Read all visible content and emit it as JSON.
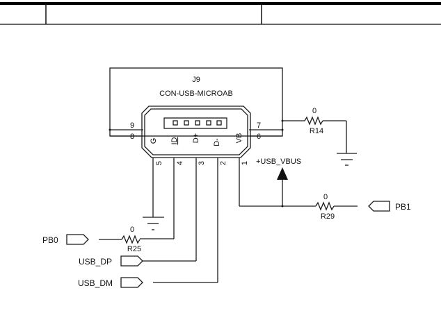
{
  "title_block": {
    "cells": [
      "",
      "",
      ""
    ]
  },
  "connector": {
    "ref": "J9",
    "part": "CON-USB-MICROAB",
    "left_pins": [
      "9",
      "8"
    ],
    "right_pins": [
      "7",
      "6"
    ],
    "bottom_pins": [
      "5",
      "4",
      "3",
      "2",
      "1"
    ],
    "signal_labels": [
      "G",
      "ID",
      "D+",
      "D-",
      "VB"
    ]
  },
  "resistors": {
    "r14": {
      "ref": "R14",
      "value": "0"
    },
    "r29": {
      "ref": "R29",
      "value": "0"
    },
    "r25": {
      "ref": "R25",
      "value": "0"
    }
  },
  "power": {
    "vbus": "+USB_VBUS"
  },
  "ports": {
    "pb1": "PB1",
    "pb0": "PB0",
    "usb_dp": "USB_DP",
    "usb_dm": "USB_DM"
  }
}
